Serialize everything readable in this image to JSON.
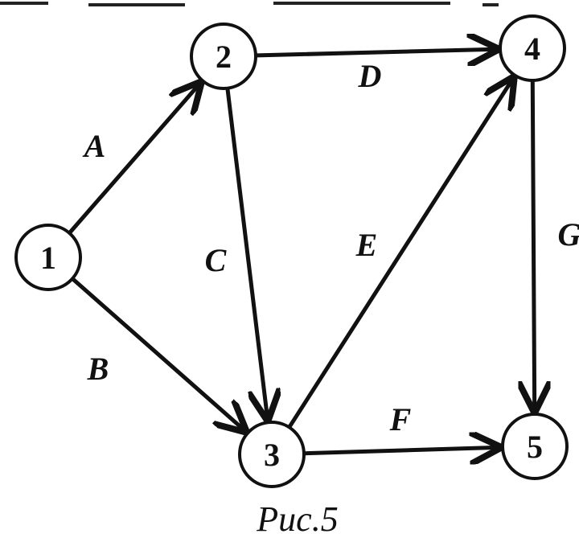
{
  "nodes": [
    {
      "id": "1",
      "label": "1"
    },
    {
      "id": "2",
      "label": "2"
    },
    {
      "id": "3",
      "label": "3"
    },
    {
      "id": "4",
      "label": "4"
    },
    {
      "id": "5",
      "label": "5"
    }
  ],
  "edges": [
    {
      "label": "A",
      "from": "1",
      "to": "2"
    },
    {
      "label": "B",
      "from": "1",
      "to": "3"
    },
    {
      "label": "C",
      "from": "2",
      "to": "3"
    },
    {
      "label": "D",
      "from": "2",
      "to": "4"
    },
    {
      "label": "E",
      "from": "3",
      "to": "4"
    },
    {
      "label": "F",
      "from": "3",
      "to": "5"
    },
    {
      "label": "G",
      "from": "4",
      "to": "5"
    }
  ],
  "caption": "Рис.5"
}
